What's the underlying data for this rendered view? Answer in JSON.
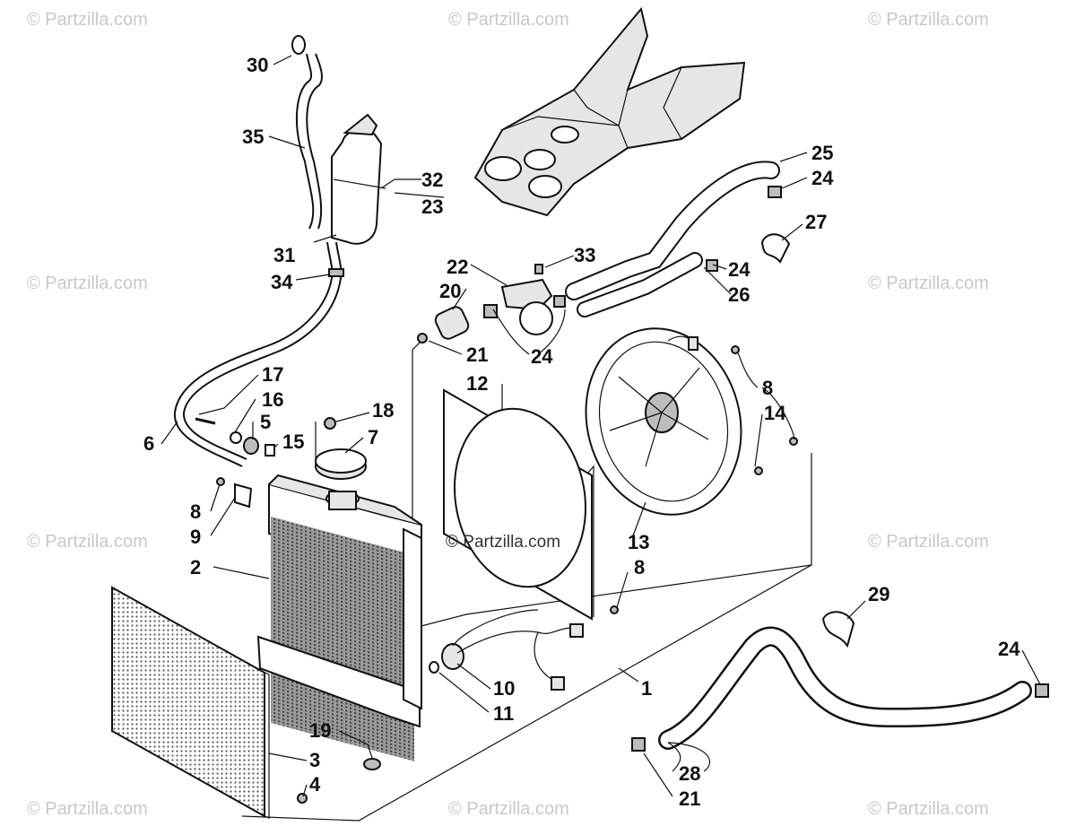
{
  "watermark_text": "© Partzilla.com",
  "center_credit": "© Partzilla.com",
  "callouts": [
    "30",
    "35",
    "32",
    "23",
    "25",
    "24",
    "27",
    "31",
    "34",
    "22",
    "33",
    "20",
    "24",
    "26",
    "21",
    "24",
    "17",
    "16",
    "5",
    "15",
    "18",
    "7",
    "6",
    "12",
    "8",
    "14",
    "8",
    "9",
    "2",
    "13",
    "8",
    "29",
    "24",
    "10",
    "11",
    "1",
    "19",
    "3",
    "4",
    "28",
    "21"
  ]
}
